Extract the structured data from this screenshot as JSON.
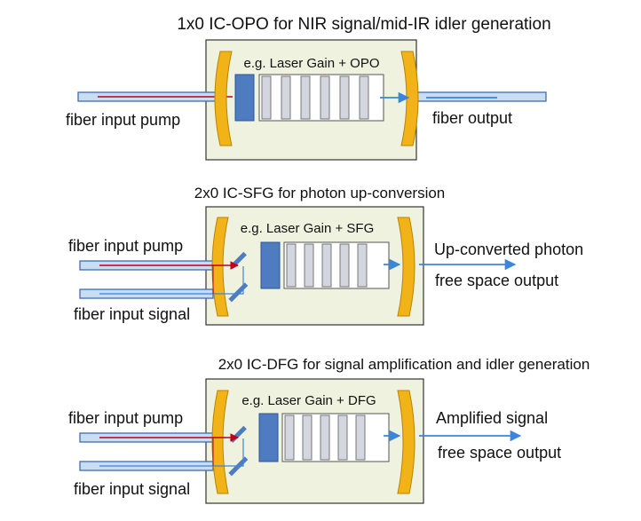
{
  "colors": {
    "box_fill": "#EEF2DF",
    "box_stroke": "#333333",
    "mirror_fill": "#F2B319",
    "mirror_stroke": "#B98400",
    "gain_fill": "#4F7CC0",
    "crystal_fill": "#D3D6DE",
    "fiber_fill": "#C8DCF2",
    "fiber_stroke": "#3E6DB5",
    "pump_line": "#C0001A",
    "beam_line": "#3A86D8"
  },
  "panels": [
    {
      "title": "1x0 IC-OPO for NIR signal/mid-IR idler generation",
      "box_label": "e.g. Laser Gain + OPO",
      "input_labels": [
        "fiber input pump"
      ],
      "output_labels": [
        "fiber output"
      ]
    },
    {
      "title": "2x0 IC-SFG for photon up-conversion",
      "box_label": "e.g. Laser Gain + SFG",
      "input_labels": [
        "fiber input pump",
        "fiber input signal"
      ],
      "output_labels": [
        "Up-converted photon",
        "free space output"
      ]
    },
    {
      "title": "2x0 IC-DFG for signal amplification and idler generation",
      "box_label": "e.g. Laser Gain + DFG",
      "input_labels": [
        "fiber input pump",
        "fiber input signal"
      ],
      "output_labels": [
        "Amplified signal",
        "free space output"
      ]
    }
  ]
}
